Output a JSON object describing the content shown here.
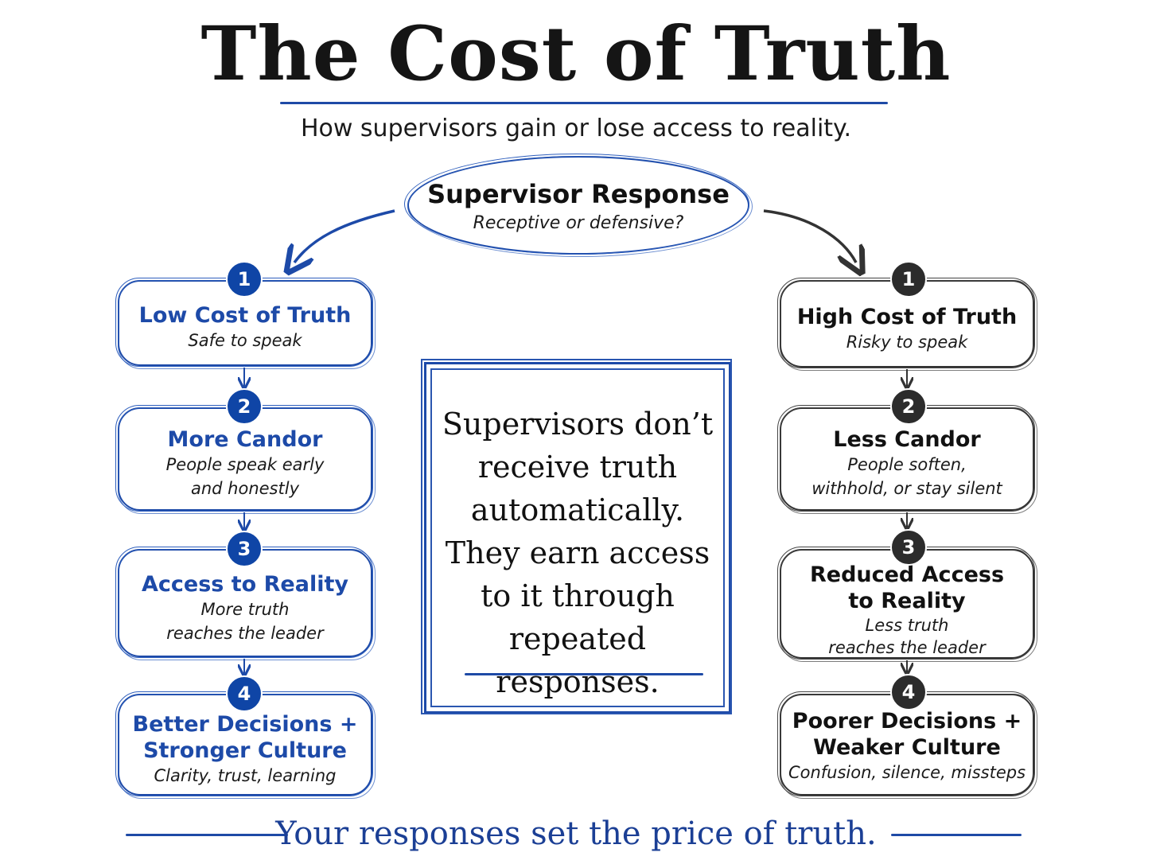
{
  "title": "The Cost of Truth",
  "subtitle": "How supervisors gain or lose access to reality.",
  "top": {
    "title": "Supervisor Response",
    "subtitle": "Receptive or defensive?"
  },
  "left": [
    {
      "num": "1",
      "title_lines": [
        "Low Cost of Truth"
      ],
      "sub_lines": [
        "Safe to speak"
      ]
    },
    {
      "num": "2",
      "title_lines": [
        "More Candor"
      ],
      "sub_lines": [
        "People speak early",
        "and honestly"
      ]
    },
    {
      "num": "3",
      "title_lines": [
        "Access to Reality"
      ],
      "sub_lines": [
        "More truth",
        "reaches the leader"
      ]
    },
    {
      "num": "4",
      "title_lines": [
        "Better Decisions +",
        "Stronger Culture"
      ],
      "sub_lines": [
        "Clarity, trust, learning"
      ]
    }
  ],
  "right": [
    {
      "num": "1",
      "title_lines": [
        "High Cost of Truth"
      ],
      "sub_lines": [
        "Risky to speak"
      ]
    },
    {
      "num": "2",
      "title_lines": [
        "Less Candor"
      ],
      "sub_lines": [
        "People soften,",
        "withhold, or stay silent"
      ]
    },
    {
      "num": "3",
      "title_lines": [
        "Reduced Access",
        "to Reality"
      ],
      "sub_lines": [
        "Less truth",
        "reaches the leader"
      ]
    },
    {
      "num": "4",
      "title_lines": [
        "Poorer Decisions +",
        "Weaker Culture"
      ],
      "sub_lines": [
        "Confusion, silence, missteps"
      ]
    }
  ],
  "center_lines": [
    "Supervisors don’t",
    "receive truth",
    "automatically.",
    "They earn access",
    "to it through",
    "repeated responses."
  ],
  "footer": "Your responses set the price of truth.",
  "colors": {
    "blue": "#1d4aa8",
    "dark": "#2c2c2c"
  }
}
